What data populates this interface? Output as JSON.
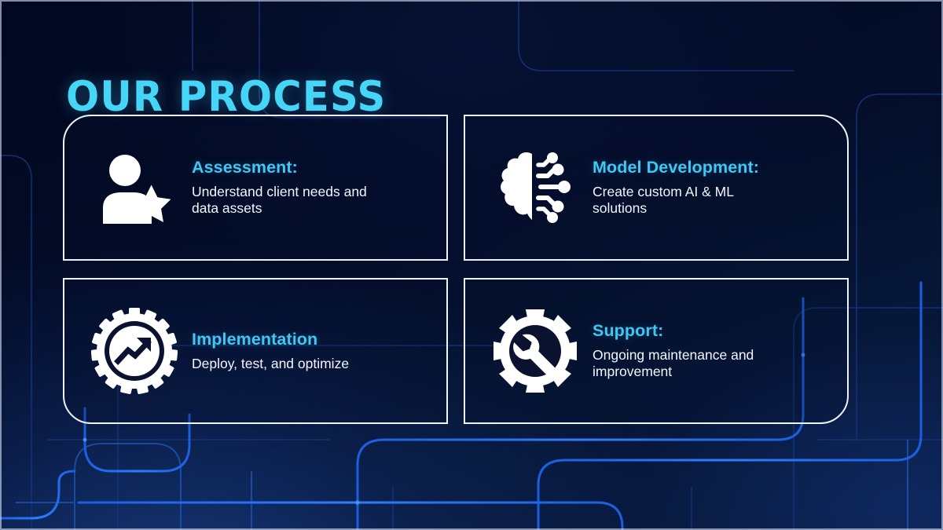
{
  "slide": {
    "title": "OUR PROCESS",
    "background_color": "#020a26",
    "accent_color": "#45d5f7",
    "heading_color": "#3fc8f5",
    "body_color": "#f2f6ff",
    "card_border_color": "#eef2fb",
    "circuit_trace_color": "#1e6ef5"
  },
  "cards": [
    {
      "id": "assessment",
      "icon": "person-star-icon",
      "heading": "Assessment:",
      "body": "Understand client needs and data assets"
    },
    {
      "id": "model-development",
      "icon": "ai-brain-circuit-icon",
      "heading": "Model Development:",
      "body": "Create custom AI & ML solutions"
    },
    {
      "id": "implementation",
      "icon": "gear-growth-chart-icon",
      "heading": "Implementation",
      "body": "Deploy, test, and optimize"
    },
    {
      "id": "support",
      "icon": "gear-wrench-icon",
      "heading": "Support:",
      "body": "Ongoing maintenance and improvement"
    }
  ]
}
